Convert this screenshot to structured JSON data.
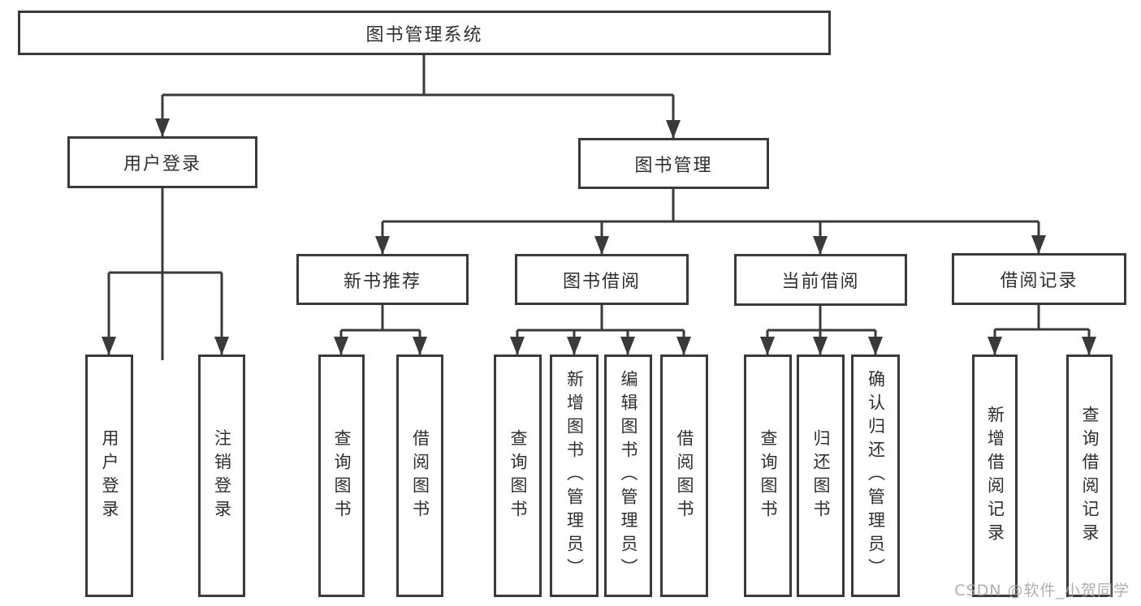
{
  "diagram": {
    "root": {
      "label": "图书管理系统"
    },
    "level1": [
      {
        "label": "用户登录"
      },
      {
        "label": "图书管理"
      }
    ],
    "level2": [
      {
        "label": "新书推荐",
        "parent": "图书管理"
      },
      {
        "label": "图书借阅",
        "parent": "图书管理"
      },
      {
        "label": "当前借阅",
        "parent": "图书管理"
      },
      {
        "label": "借阅记录",
        "parent": "图书管理"
      }
    ],
    "leaves": [
      {
        "label": "用户登录",
        "parent": "用户登录"
      },
      {
        "label": "注销登录",
        "parent": "用户登录"
      },
      {
        "label": "查询图书",
        "parent": "新书推荐"
      },
      {
        "label": "借阅图书",
        "parent": "新书推荐"
      },
      {
        "label": "查询图书",
        "parent": "图书借阅"
      },
      {
        "label": "新增图书（管理员）",
        "parent": "图书借阅"
      },
      {
        "label": "编辑图书（管理员）",
        "parent": "图书借阅"
      },
      {
        "label": "借阅图书",
        "parent": "图书借阅"
      },
      {
        "label": "查询图书",
        "parent": "当前借阅"
      },
      {
        "label": "归还图书",
        "parent": "当前借阅"
      },
      {
        "label": "确认归还（管理员）",
        "parent": "当前借阅"
      },
      {
        "label": "新增借阅记录",
        "parent": "借阅记录"
      },
      {
        "label": "查询借阅记录",
        "parent": "借阅记录"
      }
    ]
  },
  "watermark": "CSDN @软件_小贺同学",
  "colors": {
    "line": "#3a3a3a",
    "box_border": "#3a3a3a",
    "text": "#2f2f2f",
    "watermark": "#a5a5a5"
  }
}
